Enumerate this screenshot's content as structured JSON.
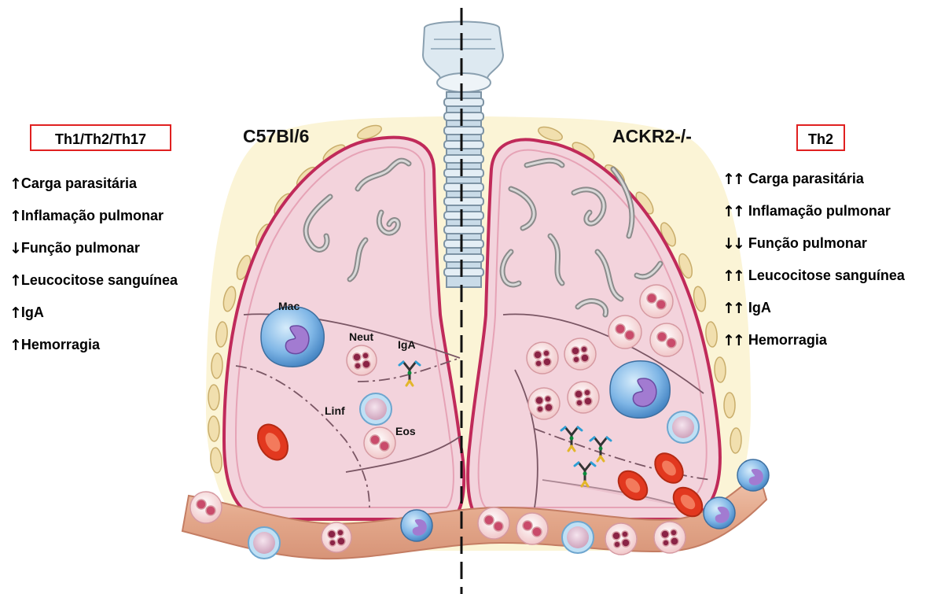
{
  "left_panel": {
    "th_label": "Th1/Th2/Th17",
    "strain": "C57Bl/6",
    "effects": [
      {
        "arrow": "↑",
        "text": "Carga parasitária"
      },
      {
        "arrow": "↑",
        "text": "Inflamação pulmonar"
      },
      {
        "arrow": "↓",
        "text": "Função pulmonar"
      },
      {
        "arrow": "↑",
        "text": "Leucocitose sanguínea"
      },
      {
        "arrow": "↑",
        "text": "IgA"
      },
      {
        "arrow": "↑",
        "text": "Hemorragia"
      }
    ]
  },
  "right_panel": {
    "th_label": "Th2",
    "strain": "ACKR2-/-",
    "effects": [
      {
        "arrow": "↑↑",
        "text": "Carga parasitária"
      },
      {
        "arrow": "↑↑",
        "text": "Inflamação pulmonar"
      },
      {
        "arrow": "↓↓",
        "text": "Função pulmonar"
      },
      {
        "arrow": "↑↑",
        "text": "Leucocitose sanguínea"
      },
      {
        "arrow": "↑↑",
        "text": "IgA"
      },
      {
        "arrow": "↑↑",
        "text": "Hemorragia"
      }
    ]
  },
  "cell_labels": {
    "mac": "Mac",
    "neut": "Neut",
    "iga": "IgA",
    "linf": "Linf",
    "eos": "Eos"
  },
  "colors": {
    "box_border": "#e02020",
    "lung_fill": "#f3d3dc",
    "lung_border": "#c02a5a",
    "background_cream": "#fbf4d6",
    "vessel": "#e9b49b",
    "rbc": "#e2381f",
    "macrophage": "#7fb6e6",
    "trachea": "#c9dbe8"
  }
}
